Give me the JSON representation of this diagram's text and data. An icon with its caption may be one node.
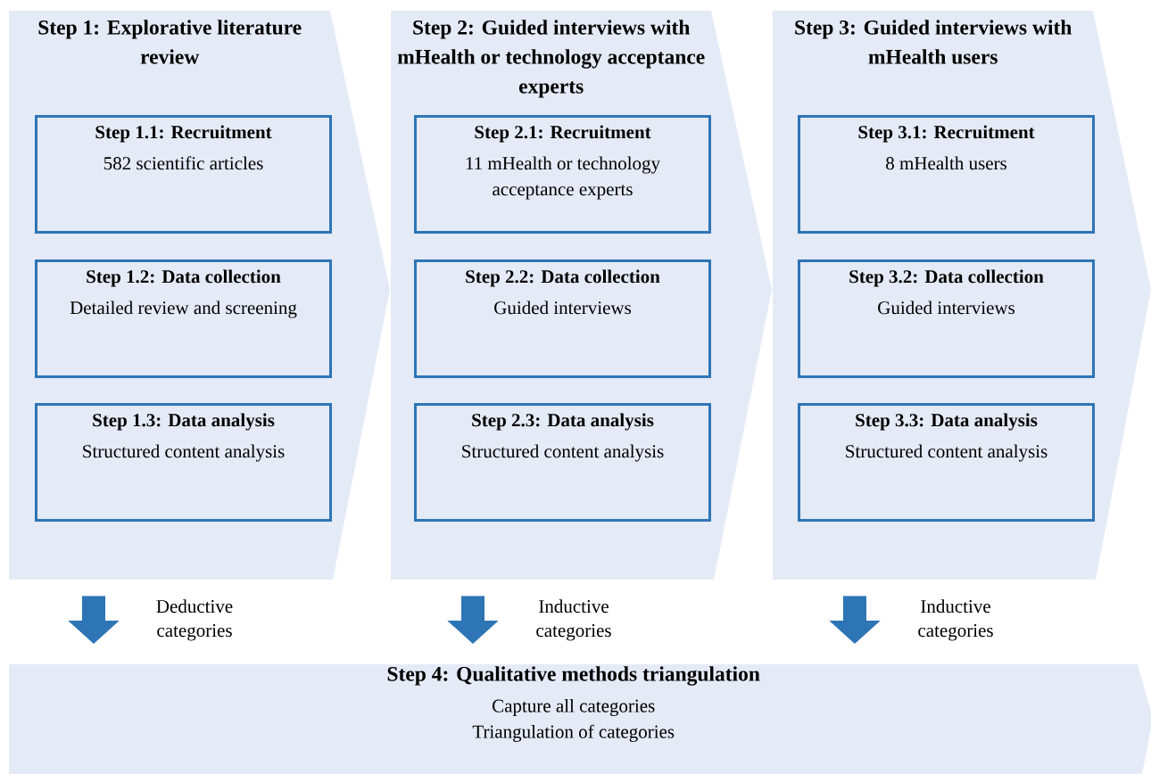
{
  "diagram": {
    "nodes": [
      {
        "text": [
          "Step 1: Explorative literature review"
        ]
      },
      {
        "text": [
          "Step 1.1: Recruitment",
          "582 scientific articles"
        ],
        "in": 0
      },
      {
        "text": [
          "Step 1.2: Data collection",
          "Detailed review and screening"
        ],
        "in": 0
      },
      {
        "text": [
          "Step 1.3: Data analysis",
          "Structured content analysis"
        ],
        "in": 0
      },
      {
        "text": [
          "Step 2: Guided interviews with mHealth or technology acceptance experts"
        ]
      },
      {
        "text": [
          "Step 2.1: Recruitment",
          "11 mHealth or technology acceptance experts"
        ],
        "in": 4
      },
      {
        "text": [
          "Step 2.2: Data collection",
          "Guided interviews"
        ],
        "in": 4
      },
      {
        "text": [
          "Step 2.3: Data analysis",
          "Structured content analysis"
        ],
        "in": 4
      },
      {
        "text": [
          "Step 3: Guided interviews with mHealth users"
        ]
      },
      {
        "text": [
          "Step 3.1: Recruitment",
          "8 mHealth users"
        ],
        "in": 8
      },
      {
        "text": [
          "Step 3.2: Data collection",
          "Guided interviews"
        ],
        "in": 8
      },
      {
        "text": [
          "Step 3.3: Data analysis",
          "Structured content analysis"
        ],
        "in": 8
      },
      {
        "text": [
          "Step 4: Qualitative methods triangulation",
          "Capture all categories",
          "Triangulation of categories"
        ]
      }
    ],
    "edges": [
      {
        "from": 0,
        "to": 12,
        "arrow": "to",
        "label": "Deductive categories"
      },
      {
        "from": 4,
        "to": 12,
        "arrow": "to",
        "label": "Inductive categories"
      },
      {
        "from": 8,
        "to": 12,
        "arrow": "to",
        "label": "Inductive categories"
      }
    ]
  }
}
